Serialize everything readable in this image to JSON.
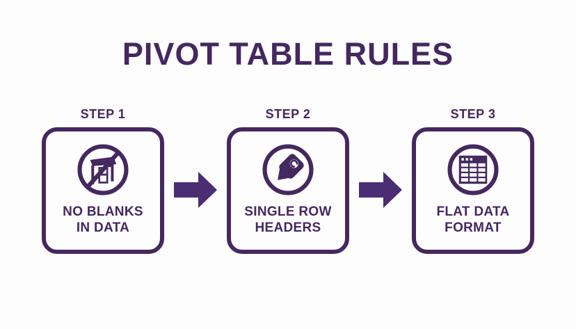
{
  "title": "PIVOT TABLE RULES",
  "colors": {
    "accent": "#44285e",
    "arrow": "#4b2d73",
    "background": "#fdfdfd"
  },
  "steps": [
    {
      "label": "STEP 1",
      "icon": "no-blanks-icon",
      "caption_line1": "NO BLANKS",
      "caption_line2": "IN DATA"
    },
    {
      "label": "STEP 2",
      "icon": "tag-icon",
      "caption_line1": "SINGLE ROW",
      "caption_line2": "HEADERS"
    },
    {
      "label": "STEP 3",
      "icon": "spreadsheet-icon",
      "caption_line1": "FLAT DATA",
      "caption_line2": "FORMAT"
    }
  ],
  "arrow": {
    "direction": "right"
  }
}
